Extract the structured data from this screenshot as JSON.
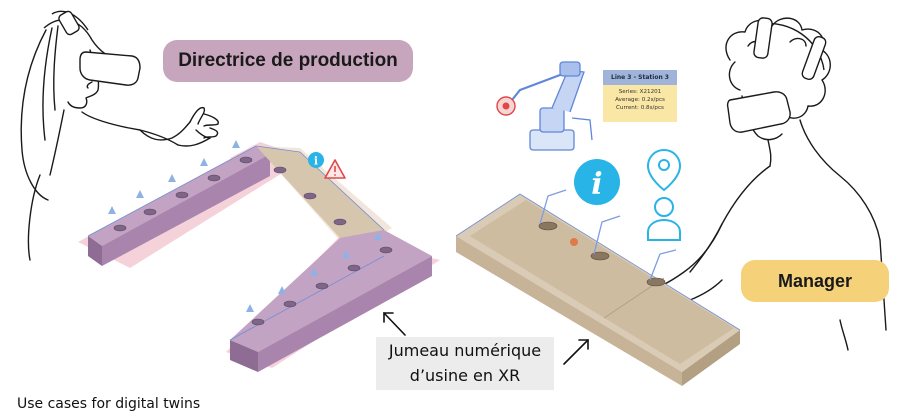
{
  "roles": {
    "director": "Directrice de production",
    "manager": "Manager"
  },
  "twin_label": {
    "line1": "Jumeau numérique",
    "line2": "d’usine en XR"
  },
  "station_card": {
    "header": "Line 3 - Station 3",
    "series": "Series: X21201",
    "average": "Average: 0.2s/pcs",
    "current": "Current: 0.8s/pcs"
  },
  "caption": "Use cases for digital twins",
  "colors": {
    "director_pill": "#c7a6bd",
    "manager_pill": "#f5d27a",
    "conveyor_purple": "#a985ad",
    "conveyor_tan": "#c9b597",
    "alert_red": "#e04848",
    "info_cyan": "#28b4e6",
    "robot_blue": "#5f87d9"
  },
  "icons": [
    "vr-headset-icon",
    "info-icon",
    "warning-icon",
    "location-pin-icon",
    "user-icon",
    "robot-arm-icon"
  ]
}
